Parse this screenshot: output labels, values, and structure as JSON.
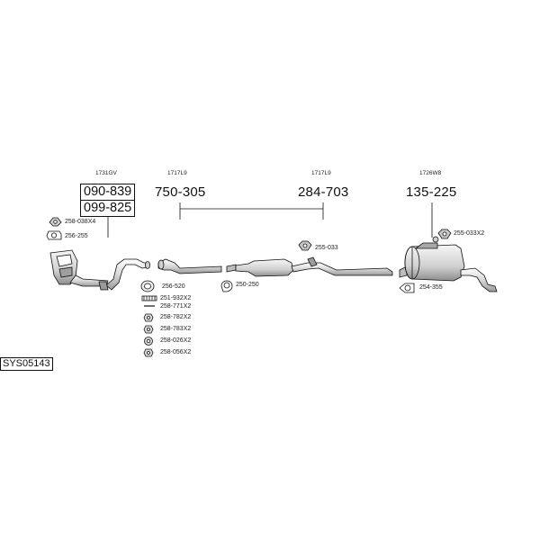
{
  "catalog": {
    "system_code": "SYS05143"
  },
  "assemblies": [
    {
      "ref": "1731GV",
      "part_numbers": [
        "090-839",
        "099-825"
      ]
    },
    {
      "ref": "1717L9",
      "part_numbers": [
        "750-305"
      ]
    },
    {
      "ref": "1717L9",
      "part_numbers": [
        "284-703"
      ]
    },
    {
      "ref": "1726W8",
      "part_numbers": [
        "135-225"
      ]
    }
  ],
  "fittings": {
    "clamp_front": "258-038X4",
    "gasket_front": "256-255",
    "ring_gasket": "256-520",
    "spring": "251-932X2",
    "bolt": "258-771X2",
    "nut_a": "258-782X2",
    "nut_b": "258-783X2",
    "nut_c": "258-026X2",
    "nut_d": "258-056X2",
    "clamp_mid": "250-250",
    "mount_mid": "255-033",
    "mount_rear": "255-033X2",
    "clamp_rear": "254-355"
  },
  "colors": {
    "line": "#111111",
    "part_fill": "#e6e6e6",
    "part_shade": "#b8b8b8"
  }
}
